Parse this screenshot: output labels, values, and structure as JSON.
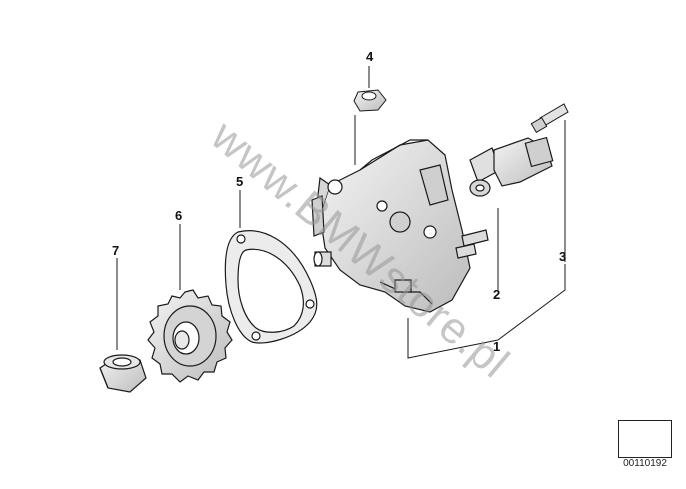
{
  "watermark": "www.BMWstore.pl",
  "reference_code": "00110192",
  "callouts": [
    {
      "id": "1",
      "label": "1"
    },
    {
      "id": "2",
      "label": "2"
    },
    {
      "id": "3",
      "label": "3"
    },
    {
      "id": "4",
      "label": "4"
    },
    {
      "id": "5",
      "label": "5"
    },
    {
      "id": "6",
      "label": "6"
    },
    {
      "id": "7",
      "label": "7"
    }
  ],
  "colors": {
    "line": "#1a1a1a",
    "part_fill": "#e6e6e6",
    "part_shade": "#bdbdbd",
    "background": "#ffffff"
  }
}
